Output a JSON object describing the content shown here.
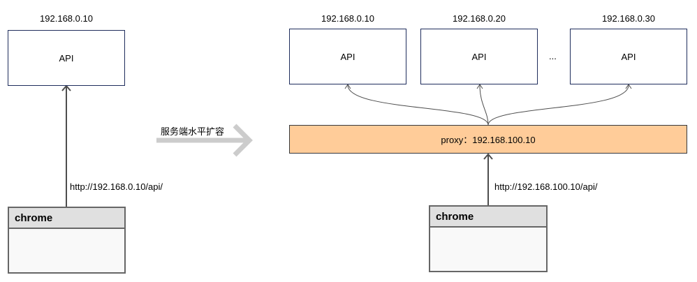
{
  "left": {
    "server_ip": "192.168.0.10",
    "api_label": "API",
    "url": "http://192.168.0.10/api/",
    "client_label": "chrome"
  },
  "transition_label": "服务端水平扩容",
  "right": {
    "servers": [
      {
        "ip": "192.168.0.10",
        "label": "API"
      },
      {
        "ip": "192.168.0.20",
        "label": "API"
      },
      {
        "ip": "192.168.0.30",
        "label": "API"
      }
    ],
    "ellipsis": "...",
    "proxy_label": "proxy：192.168.100.10",
    "url": "http://192.168.100.10/api/",
    "client_label": "chrome"
  },
  "colors": {
    "box_border": "#1f2d5c",
    "proxy_fill": "#ffcc99",
    "client_head_fill": "#e0e0e0",
    "big_arrow": "#cccccc"
  }
}
